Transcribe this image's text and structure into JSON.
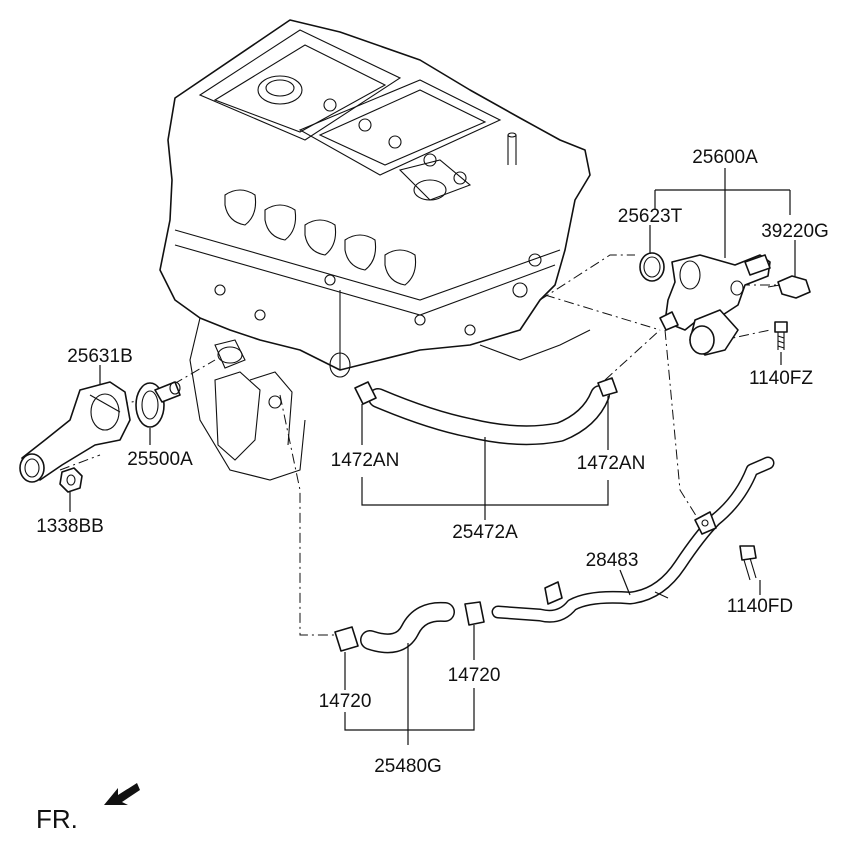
{
  "labels": {
    "thermostat_assembly": "25600A",
    "gasket": "25623T",
    "temp_sensor": "39220G",
    "bolt_top_right": "1140FZ",
    "housing_cover": "25631B",
    "thermostat": "25500A",
    "nut": "1338BB",
    "clamp_left": "1472AN",
    "clamp_right": "1472AN",
    "upper_hose": "25472A",
    "pipe": "28483",
    "bolt_pipe": "1140FD",
    "clamp_lower_left": "14720",
    "clamp_lower_right": "14720",
    "lower_hose": "25480G"
  },
  "direction": {
    "text": "FR."
  },
  "colors": {
    "line": "#111111",
    "background": "#ffffff"
  }
}
